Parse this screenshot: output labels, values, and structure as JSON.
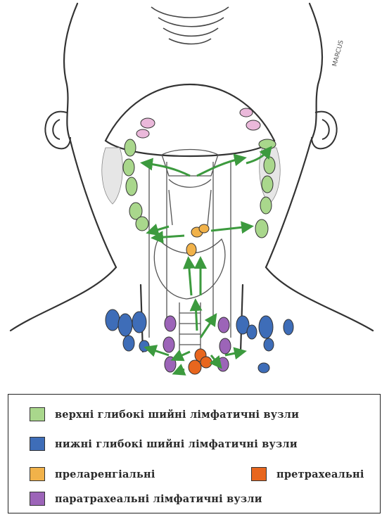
{
  "illustration": {
    "signature": "MARCUS",
    "node_colors": {
      "upper_deep_cervical": "#a9d78c",
      "lower_deep_cervical": "#3e6db8",
      "prelaryngeal": "#f1b24a",
      "pretracheal": "#e8661e",
      "paratracheal": "#9c64b8",
      "submandibular": "#eab8da"
    },
    "arrow_color": "#3c9a3e",
    "line_color": "#333333"
  },
  "legend": {
    "items": [
      {
        "label": "верхні глибокі шийні лімфатичні вузли",
        "color": "#a9d78c"
      },
      {
        "label": "нижні  глибокі шийні лімфатичні вузли",
        "color": "#3e6db8"
      },
      {
        "label": "преларенгіальні",
        "color": "#f1b24a"
      },
      {
        "label": "претрахеальні",
        "color": "#e8661e"
      },
      {
        "label": "паратрахеальні лімфатичні вузли",
        "color": "#9c64b8"
      }
    ]
  }
}
